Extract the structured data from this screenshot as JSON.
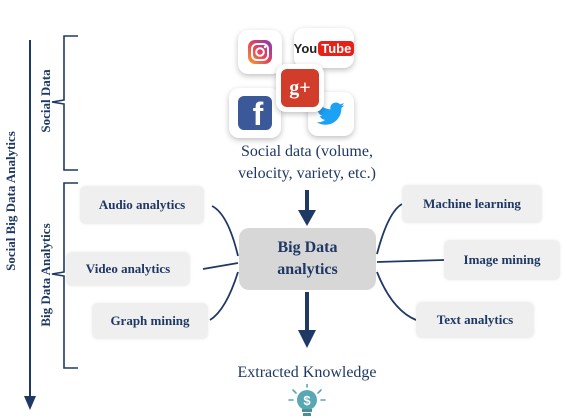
{
  "axis_label": "Social Big Data Analytics",
  "group_social": "Social Data",
  "group_analytics": "Big Data Analytics",
  "social_caption_line1": "Social data (volume,",
  "social_caption_line2": "velocity, variety, etc.)",
  "center": {
    "line1": "Big Data",
    "line2": "analytics"
  },
  "left_nodes": [
    "Audio analytics",
    "Video analytics",
    "Graph mining"
  ],
  "right_nodes": [
    "Machine learning",
    "Image mining",
    "Text analytics"
  ],
  "output_label": "Extracted Knowledge",
  "social_logos": {
    "youtube_you": "You",
    "youtube_tube": "Tube",
    "googleplus": "g+",
    "facebook": "f"
  },
  "colors": {
    "navy": "#1f3864",
    "arrow": "#203864",
    "box": "#efefef",
    "center_box": "#d7d7d7",
    "youtube_red": "#e62117",
    "gplus_red": "#d23c2a",
    "facebook_blue": "#3b5998",
    "twitter_blue": "#1da1f2",
    "bulb_teal": "#5aa7b4"
  },
  "icons": [
    "instagram-icon",
    "youtube-icon",
    "google-plus-icon",
    "facebook-icon",
    "twitter-icon",
    "lightbulb-dollar-icon"
  ]
}
